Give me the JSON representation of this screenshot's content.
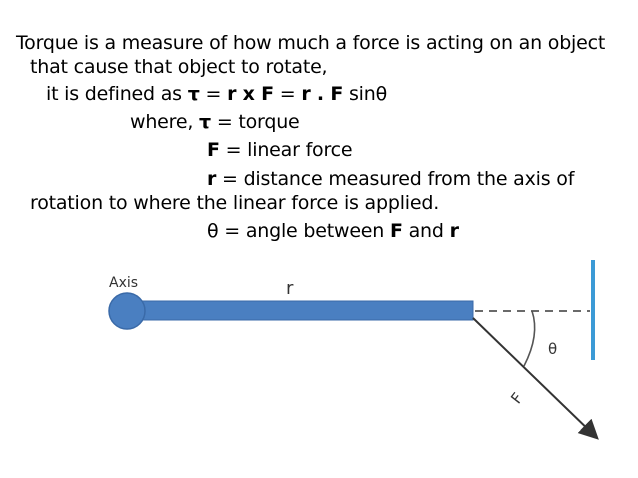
{
  "lines": {
    "l1": "Torque is a measure of how much a force is acting on an object",
    "l2": "that cause that object to rotate,",
    "l3": {
      "a": "it is defined as ",
      "tau": "τ",
      "eq1": " = ",
      "r1": "r",
      "x": " x ",
      "F1": "F",
      "eq2": " = ",
      "r2": "r",
      "dot": " . ",
      "F2": "F",
      "sin": " sinθ"
    },
    "l4": {
      "a": "where, ",
      "tau": "τ",
      "b": " = torque"
    },
    "l5": {
      "F": "F",
      "b": " = linear force"
    },
    "l6": {
      "r": "r",
      "b": "  = distance measured from the axis of"
    },
    "l7": "rotation to where the linear force is applied.",
    "l8": {
      "a": "θ = angle between ",
      "F": "F",
      "and": " and ",
      "r": "r"
    }
  },
  "figure": {
    "axis_label": "Axis",
    "r_label": "r",
    "theta_label": "θ",
    "F_label": "F",
    "colors": {
      "rod": "#4a7fc1",
      "axis_fill": "#4a7fc1",
      "axis_stroke": "#3a6aa8",
      "wall": "#3b9ad6",
      "dashed": "#555555",
      "force": "#333333"
    }
  }
}
